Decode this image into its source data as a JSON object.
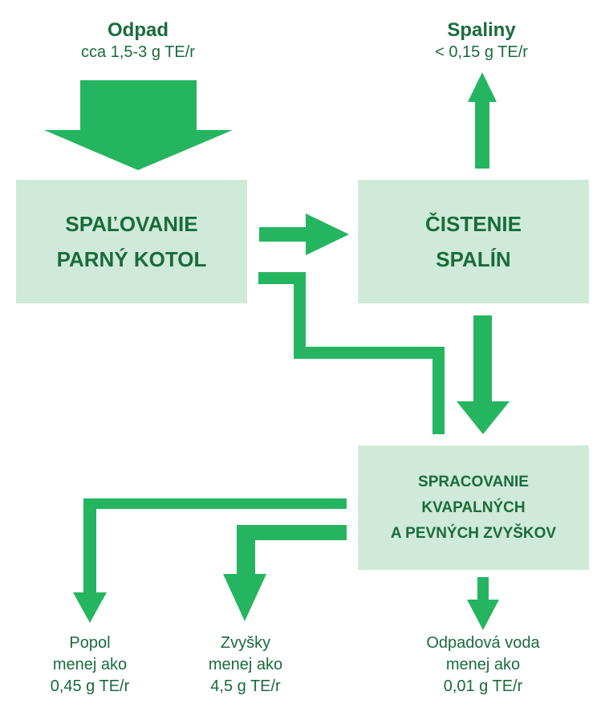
{
  "input": {
    "title": "Odpad",
    "amount": "cca 1,5-3 g TE/r"
  },
  "exhaust": {
    "title": "Spaliny",
    "amount": "< 0,15 g TE/r"
  },
  "boxes": {
    "combustion": {
      "line1": "SPAĽOVANIE",
      "line2": "PARNÝ KOTOL"
    },
    "cleaning": {
      "line1": "ČISTENIE",
      "line2": "SPALÍN"
    },
    "processing": {
      "line1": "SPRACOVANIE",
      "line2": "KVAPALNÝCH",
      "line3": "A PEVNÝCH ZVYŠKOV"
    }
  },
  "outputs": {
    "ash": {
      "line1": "Popol",
      "line2": "menej ako",
      "line3": "0,45 g TE/r"
    },
    "residues": {
      "line1": "Zvyšky",
      "line2": "menej ako",
      "line3": "4,5 g TE/r"
    },
    "wastewater": {
      "line1": "Odpadová voda",
      "line2": "menej ako",
      "line3": "0,01 g TE/r"
    }
  },
  "colors": {
    "arrow": "#25b560",
    "box": "#cfead8",
    "text": "#1a6b3c"
  }
}
